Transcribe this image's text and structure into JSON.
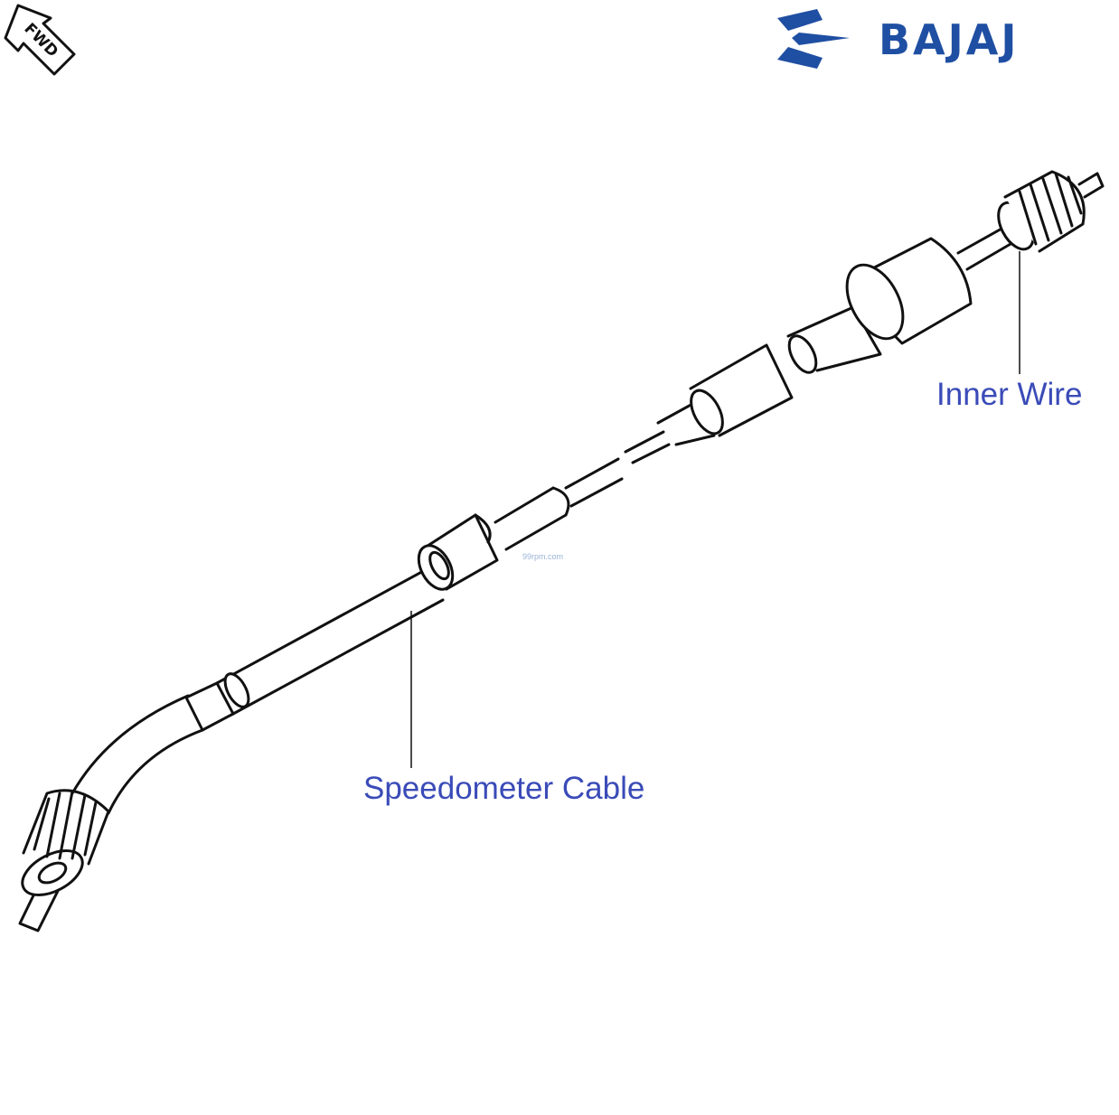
{
  "brand": {
    "name": "BAJAJ",
    "color": "#1f4fa3"
  },
  "direction_badge": {
    "text": "FWD",
    "icon": "forward-arrow-icon"
  },
  "watermark": "99rpm.com",
  "callouts": {
    "speedometer_cable": "Speedometer Cable",
    "inner_wire": "Inner Wire"
  },
  "colors": {
    "label": "#3a4bb8",
    "line_art": "#111111"
  }
}
